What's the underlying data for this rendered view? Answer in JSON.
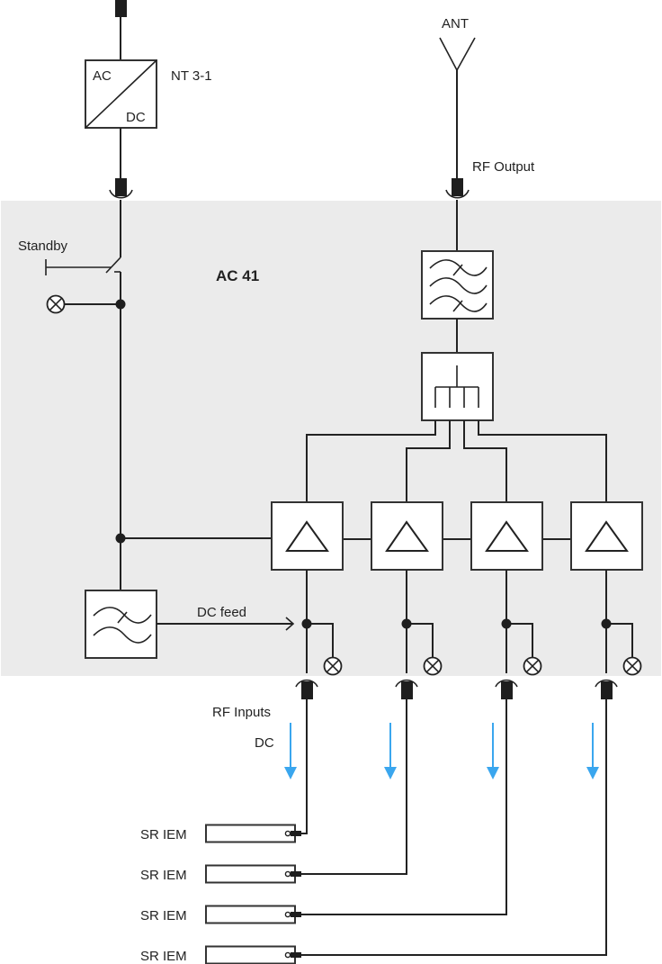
{
  "diagram": {
    "enclosure_label": "AC 41",
    "enclosure_color": "#ebebeb",
    "power_supply": {
      "name": "NT 3-1",
      "input_label": "AC",
      "output_label": "DC"
    },
    "standby_label": "Standby",
    "antenna_label": "ANT",
    "rf_output_label": "RF Output",
    "dc_feed_label": "DC feed",
    "rf_inputs_label": "RF Inputs",
    "dc_label": "DC",
    "dc_arrow_color": "#3aa6ee",
    "amplifier_count": 4,
    "receivers": [
      {
        "label": "SR IEM"
      },
      {
        "label": "SR IEM"
      },
      {
        "label": "SR IEM"
      },
      {
        "label": "SR IEM"
      }
    ],
    "icons": {
      "plug": "plug-connector-icon",
      "socket": "socket-cup-icon",
      "lamp": "indicator-lamp-icon",
      "amplifier": "amplifier-triangle-icon",
      "filter": "bandpass-filter-icon",
      "splitter": "splitter-icon",
      "antenna": "antenna-icon",
      "converter": "ac-dc-converter-icon",
      "switch": "standby-switch-icon",
      "arrow": "dc-arrow-down-icon"
    }
  }
}
